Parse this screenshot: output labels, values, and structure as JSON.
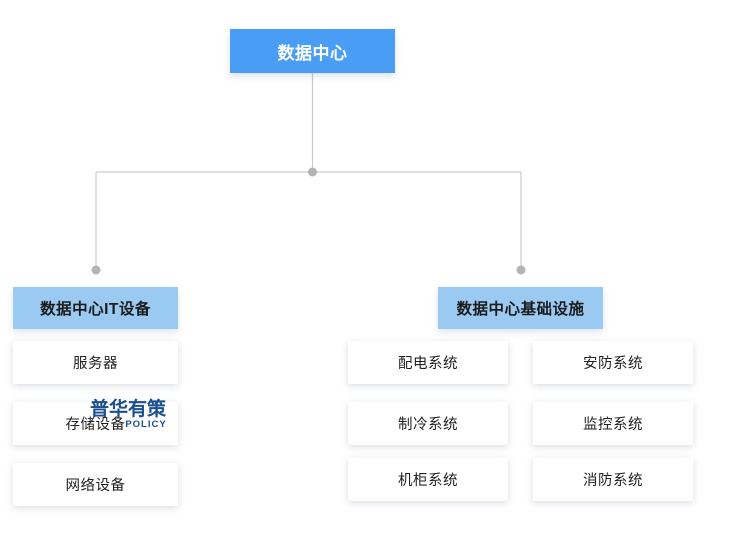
{
  "diagram": {
    "type": "organization-tree",
    "root": {
      "label": "数据中心"
    },
    "branches": [
      {
        "id": "it-equipment",
        "label": "数据中心IT设备",
        "children": [
          {
            "label": "服务器"
          },
          {
            "label": "存储设备"
          },
          {
            "label": "网络设备"
          }
        ]
      },
      {
        "id": "infrastructure",
        "label": "数据中心基础设施",
        "children_column_a": [
          {
            "label": "配电系统"
          },
          {
            "label": "制冷系统"
          },
          {
            "label": "机柜系统"
          }
        ],
        "children_column_b": [
          {
            "label": "安防系统"
          },
          {
            "label": "监控系统"
          },
          {
            "label": "消防系统"
          }
        ]
      }
    ]
  },
  "watermark": {
    "chinese": "普华有策",
    "english": "POLICY"
  },
  "colors": {
    "root_fill": "#4a9df4",
    "branch_fill": "#9ac9f2",
    "leaf_fill": "#ffffff",
    "connector": "#c9c9c9",
    "junction_dot": "#b4b4b4",
    "background": "#ffffff",
    "watermark": "#1b4f8f"
  }
}
